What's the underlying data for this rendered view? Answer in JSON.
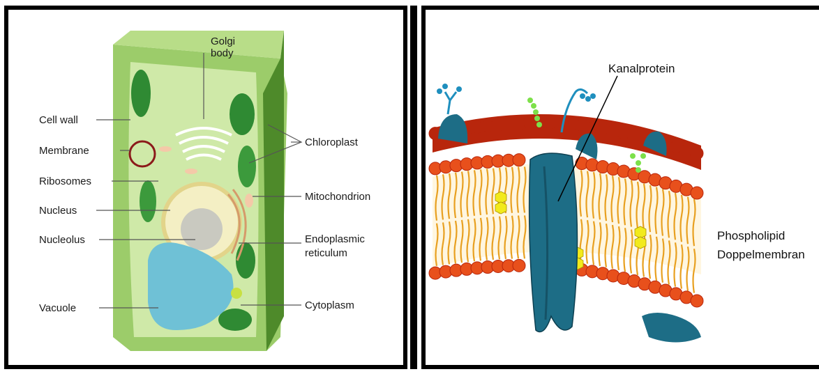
{
  "plant_cell": {
    "labels": {
      "golgi_line1": "Golgi",
      "golgi_line2": "body",
      "cell_wall": "Cell wall",
      "membrane": "Membrane",
      "ribosomes": "Ribosomes",
      "nucleus": "Nucleus",
      "nucleolus": "Nucleolus",
      "vacuole": "Vacuole",
      "chloroplast": "Chloroplast",
      "mitochondrion": "Mitochondrion",
      "er_line1": "Endoplasmic",
      "er_line2": "reticulum",
      "cytoplasm": "Cytoplasm"
    },
    "highlight_color": "#8b1a1a"
  },
  "membrane": {
    "labels": {
      "channel_protein": "Kanalprotein",
      "phospholipid_line1": "Phospholipid",
      "phospholipid_line2": "Doppelmembran"
    },
    "colors": {
      "head": "#e8501c",
      "head_dark": "#b8260c",
      "tail": "#e8a020",
      "protein": "#1d6d86",
      "cholesterol": "#f2ea1c",
      "glyco": "#7de04a"
    }
  }
}
